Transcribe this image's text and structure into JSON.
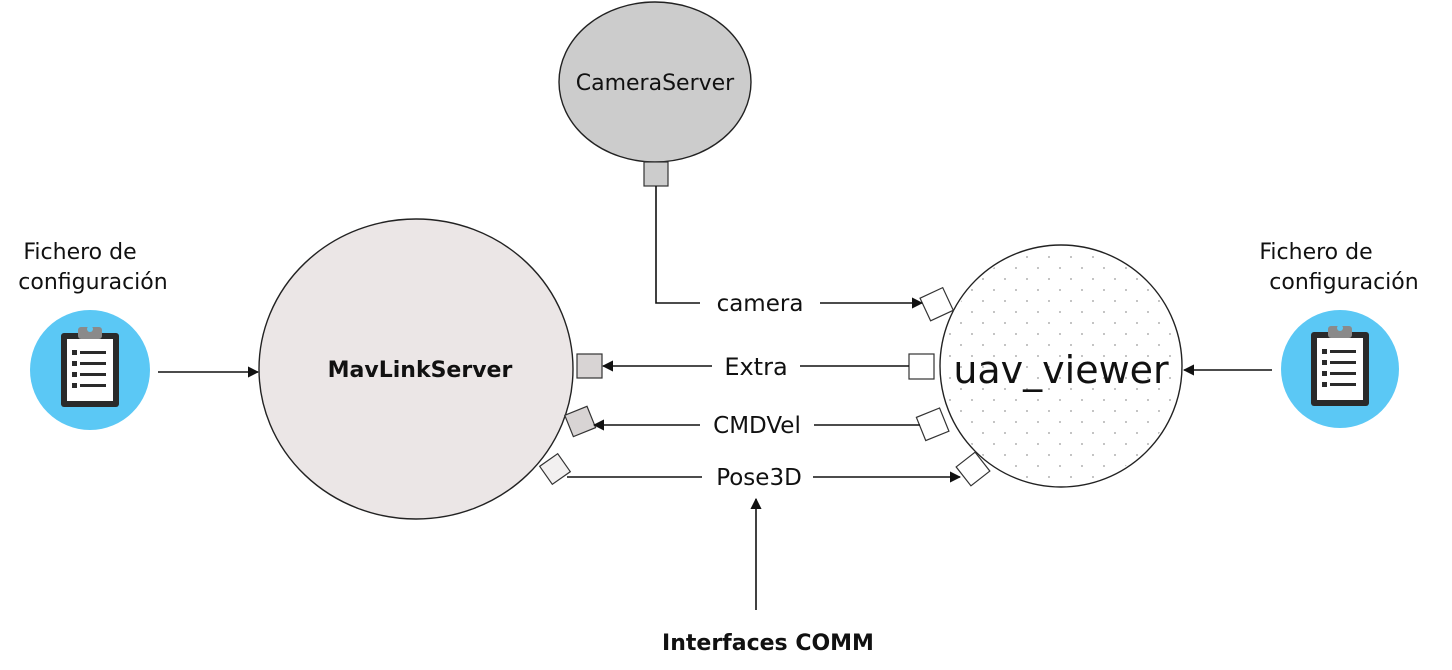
{
  "nodes": {
    "camera_server": {
      "label": "CameraServer",
      "fill": "#cccccc"
    },
    "mavlink_server": {
      "label": "MavLinkServer",
      "fill": "#ebe6e6"
    },
    "uav_viewer": {
      "label": "uav_viewer",
      "fill": "#ffffff"
    }
  },
  "config_files": {
    "left": {
      "line1": "Fichero de",
      "line2": "configuración",
      "icon": "clipboard-icon",
      "color": "#5bc8f5"
    },
    "right": {
      "line1": "Fichero de",
      "line2": "configuración",
      "icon": "clipboard-icon",
      "color": "#5bc8f5"
    }
  },
  "interfaces": {
    "camera": "camera",
    "extra": "Extra",
    "cmdvel": "CMDVel",
    "pose3d": "Pose3D"
  },
  "interfaces_caption": "Interfaces COMM"
}
